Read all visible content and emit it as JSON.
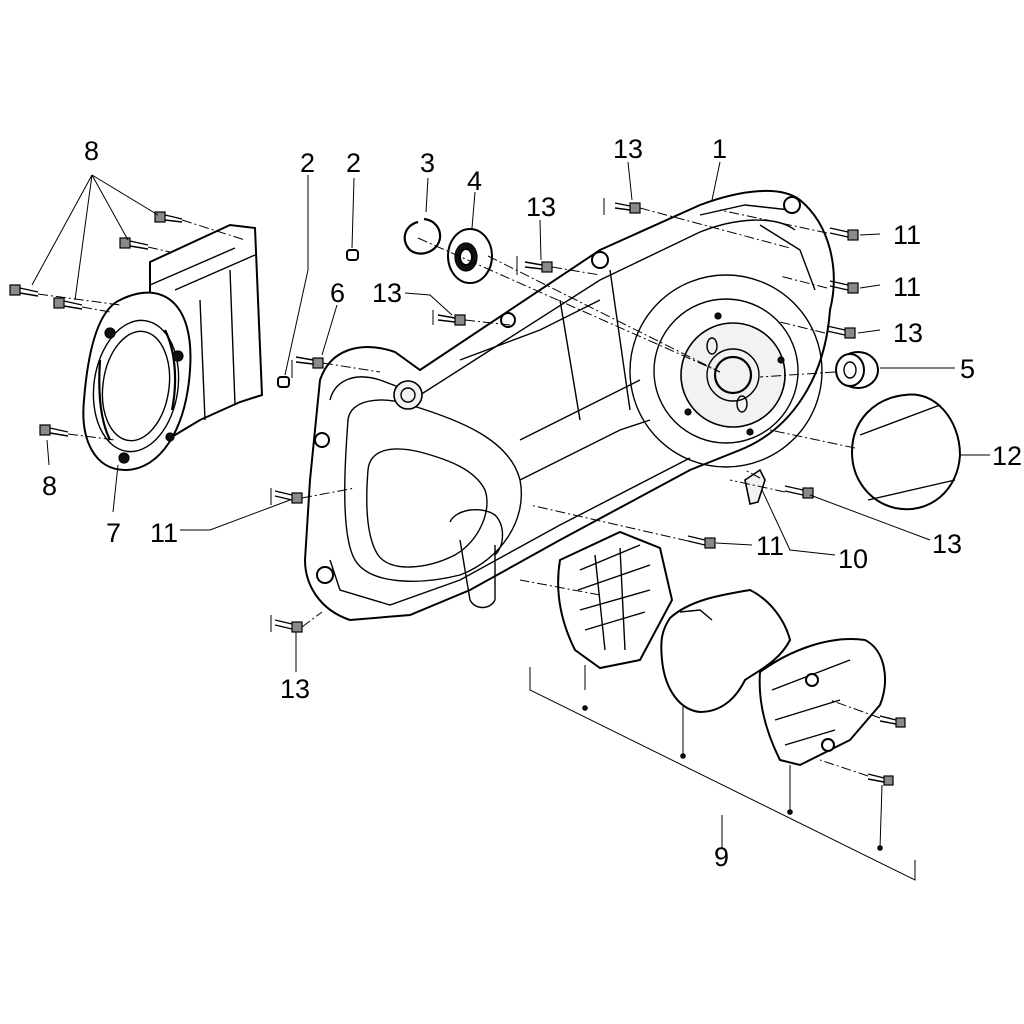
{
  "callouts": {
    "c1": "1",
    "c2a": "2",
    "c2b": "2",
    "c3": "3",
    "c4": "4",
    "c5": "5",
    "c6": "6",
    "c7": "7",
    "c8top": "8",
    "c8bottom": "8",
    "c9": "9",
    "c10": "10",
    "c11a": "11",
    "c11b": "11",
    "c11c": "11",
    "c11d": "11",
    "c12": "12",
    "c13a": "13",
    "c13b": "13",
    "c13c": "13",
    "c13d": "13",
    "c13e": "13",
    "c13f": "13"
  },
  "colors": {
    "line": "#000000",
    "background": "#ffffff"
  }
}
